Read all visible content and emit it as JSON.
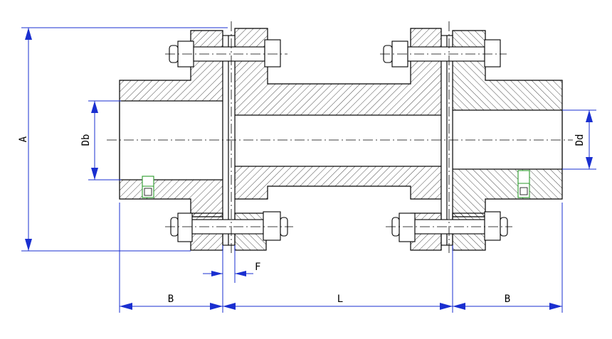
{
  "dimensions": {
    "outer_diameter": "A",
    "bore_left": "Db",
    "bore_right": "Dd",
    "flange_gap": "F",
    "hub_length_left": "B",
    "spacer_length": "L",
    "hub_length_right": "B"
  },
  "colors": {
    "dimension_lines": "#1a2fd0",
    "set_screw": "#2a9a2a",
    "outline": "#000000"
  }
}
